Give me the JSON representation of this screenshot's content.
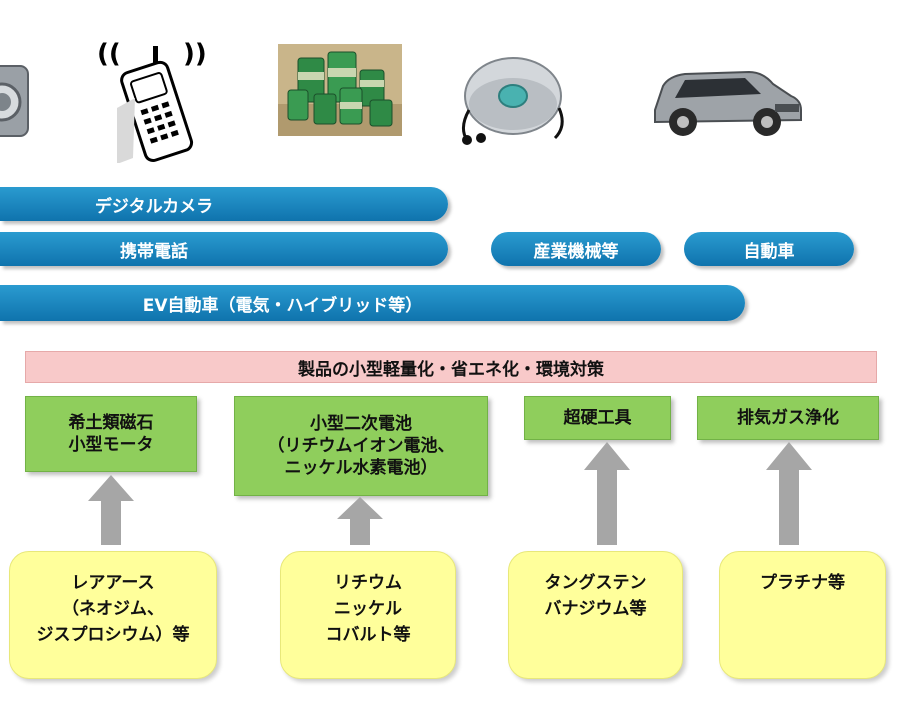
{
  "icons": [
    "camera-icon",
    "mobile-phone-icon",
    "batteries-icon",
    "cd-player-icon",
    "car-icon"
  ],
  "applications": {
    "digital_camera": "デジタルカメラ",
    "mobile_phone": "携帯電話",
    "industrial_machinery": "産業機械等",
    "automobile": "自動車",
    "ev": "EV自動車（電気・ハイブリッド等）"
  },
  "banner": "製品の小型軽量化・省エネ化・環境対策",
  "products": [
    {
      "lines": [
        "希土類磁石",
        "小型モータ"
      ]
    },
    {
      "lines": [
        "小型二次電池",
        "（リチウムイオン電池、",
        "ニッケル水素電池）"
      ]
    },
    {
      "lines": [
        "超硬工具"
      ]
    },
    {
      "lines": [
        "排気ガス浄化"
      ]
    }
  ],
  "materials": [
    {
      "lines": [
        "レアアース",
        "（ネオジム、",
        "ジスプロシウム）等"
      ]
    },
    {
      "lines": [
        "リチウム",
        "ニッケル",
        "コバルト等"
      ]
    },
    {
      "lines": [
        "タングステン",
        "バナジウム等"
      ]
    },
    {
      "lines": [
        "プラチナ等"
      ]
    }
  ],
  "colors": {
    "bar_blue": "#1681bf",
    "banner_pink": "#f8c9c9",
    "product_green": "#8fce5c",
    "material_yellow": "#ffff9b",
    "arrow_gray": "#a6a6a6"
  }
}
